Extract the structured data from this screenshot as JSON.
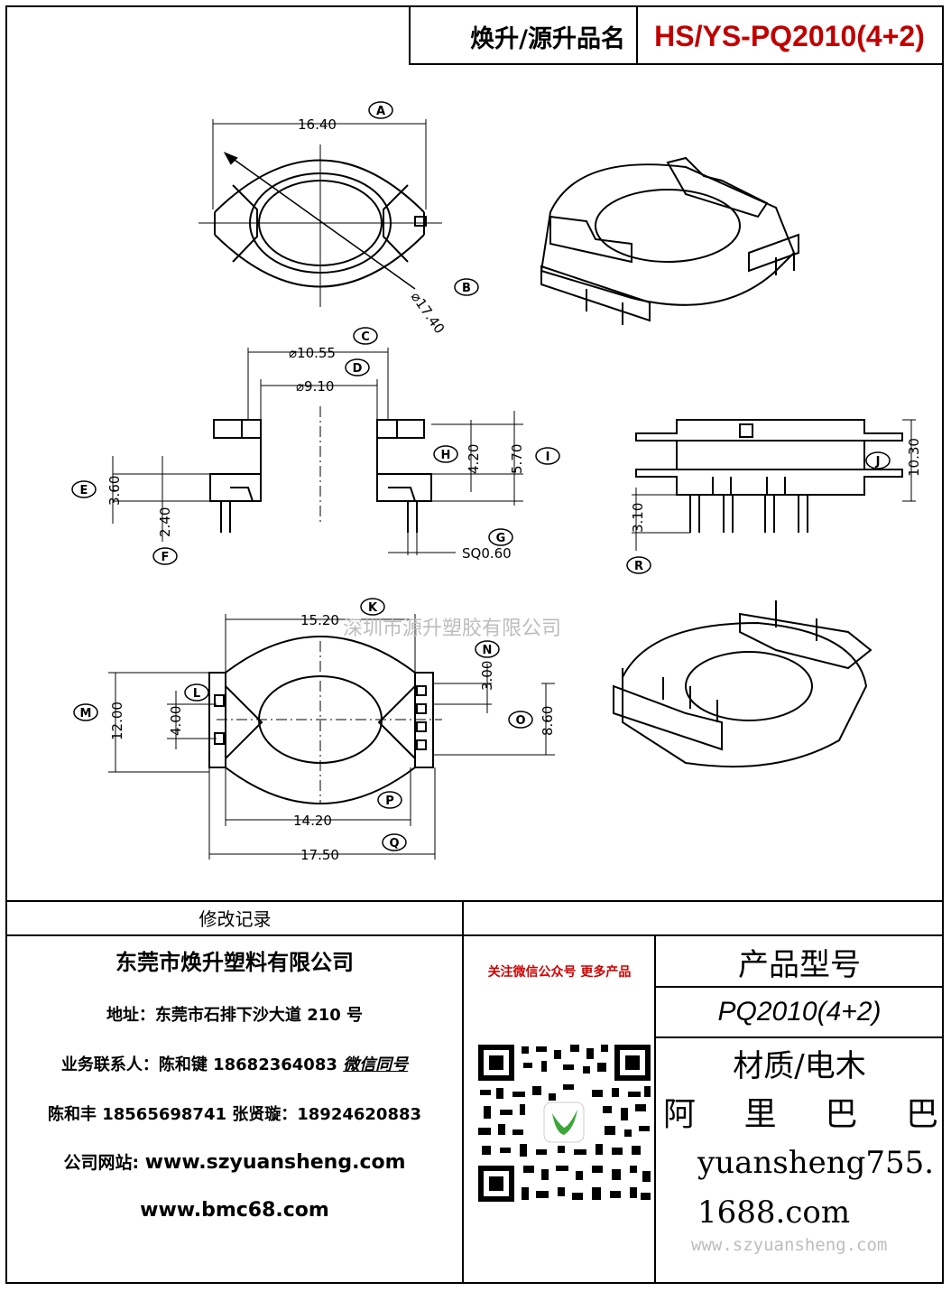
{
  "header": {
    "name_label": "焕升/源升品名",
    "model": "HS/YS-PQ2010(4+2)"
  },
  "drawing": {
    "dims": {
      "A": "16.40",
      "B": "⌀17.40",
      "C": "⌀10.55",
      "D": "⌀9.10",
      "E": "3.60",
      "F": "2.40",
      "G": "SQ0.60",
      "H": "4.20",
      "I": "5.70",
      "J": "10.30",
      "R": "3.10",
      "K": "15.20",
      "L": "4.00",
      "M": "12.00",
      "N": "3.00",
      "O": "8.60",
      "P": "14.20",
      "Q": "17.50"
    },
    "letters": [
      "A",
      "B",
      "C",
      "D",
      "E",
      "F",
      "G",
      "H",
      "I",
      "J",
      "R",
      "K",
      "L",
      "M",
      "N",
      "O",
      "P",
      "Q"
    ]
  },
  "watermark_center": "深圳市源升塑胶有限公司",
  "revision": {
    "label": "修改记录"
  },
  "company": {
    "name": "东莞市焕升塑料有限公司",
    "address": "地址：东莞市石排下沙大道 210 号",
    "contact_prefix": "业务联系人：陈和键 18682364083 ",
    "wechat_same": "微信同号",
    "contact2": "陈和丰  18565698741  张贤璇：18924620883",
    "website_label": "公司网站: ",
    "website1": "www.szyuansheng.com",
    "website2": "www.bmc68.com"
  },
  "qr": {
    "caption": "关注微信公众号  更多产品"
  },
  "product": {
    "type_label": "产品型号",
    "type_value": "PQ2010(4+2)",
    "material": "材质/电木",
    "alibaba_chars": [
      "阿",
      "里",
      "巴",
      "巴"
    ],
    "shop_line1": "yuansheng755.",
    "shop_line2": "1688.com"
  },
  "watermark_bottom": "www.szyuansheng.com"
}
